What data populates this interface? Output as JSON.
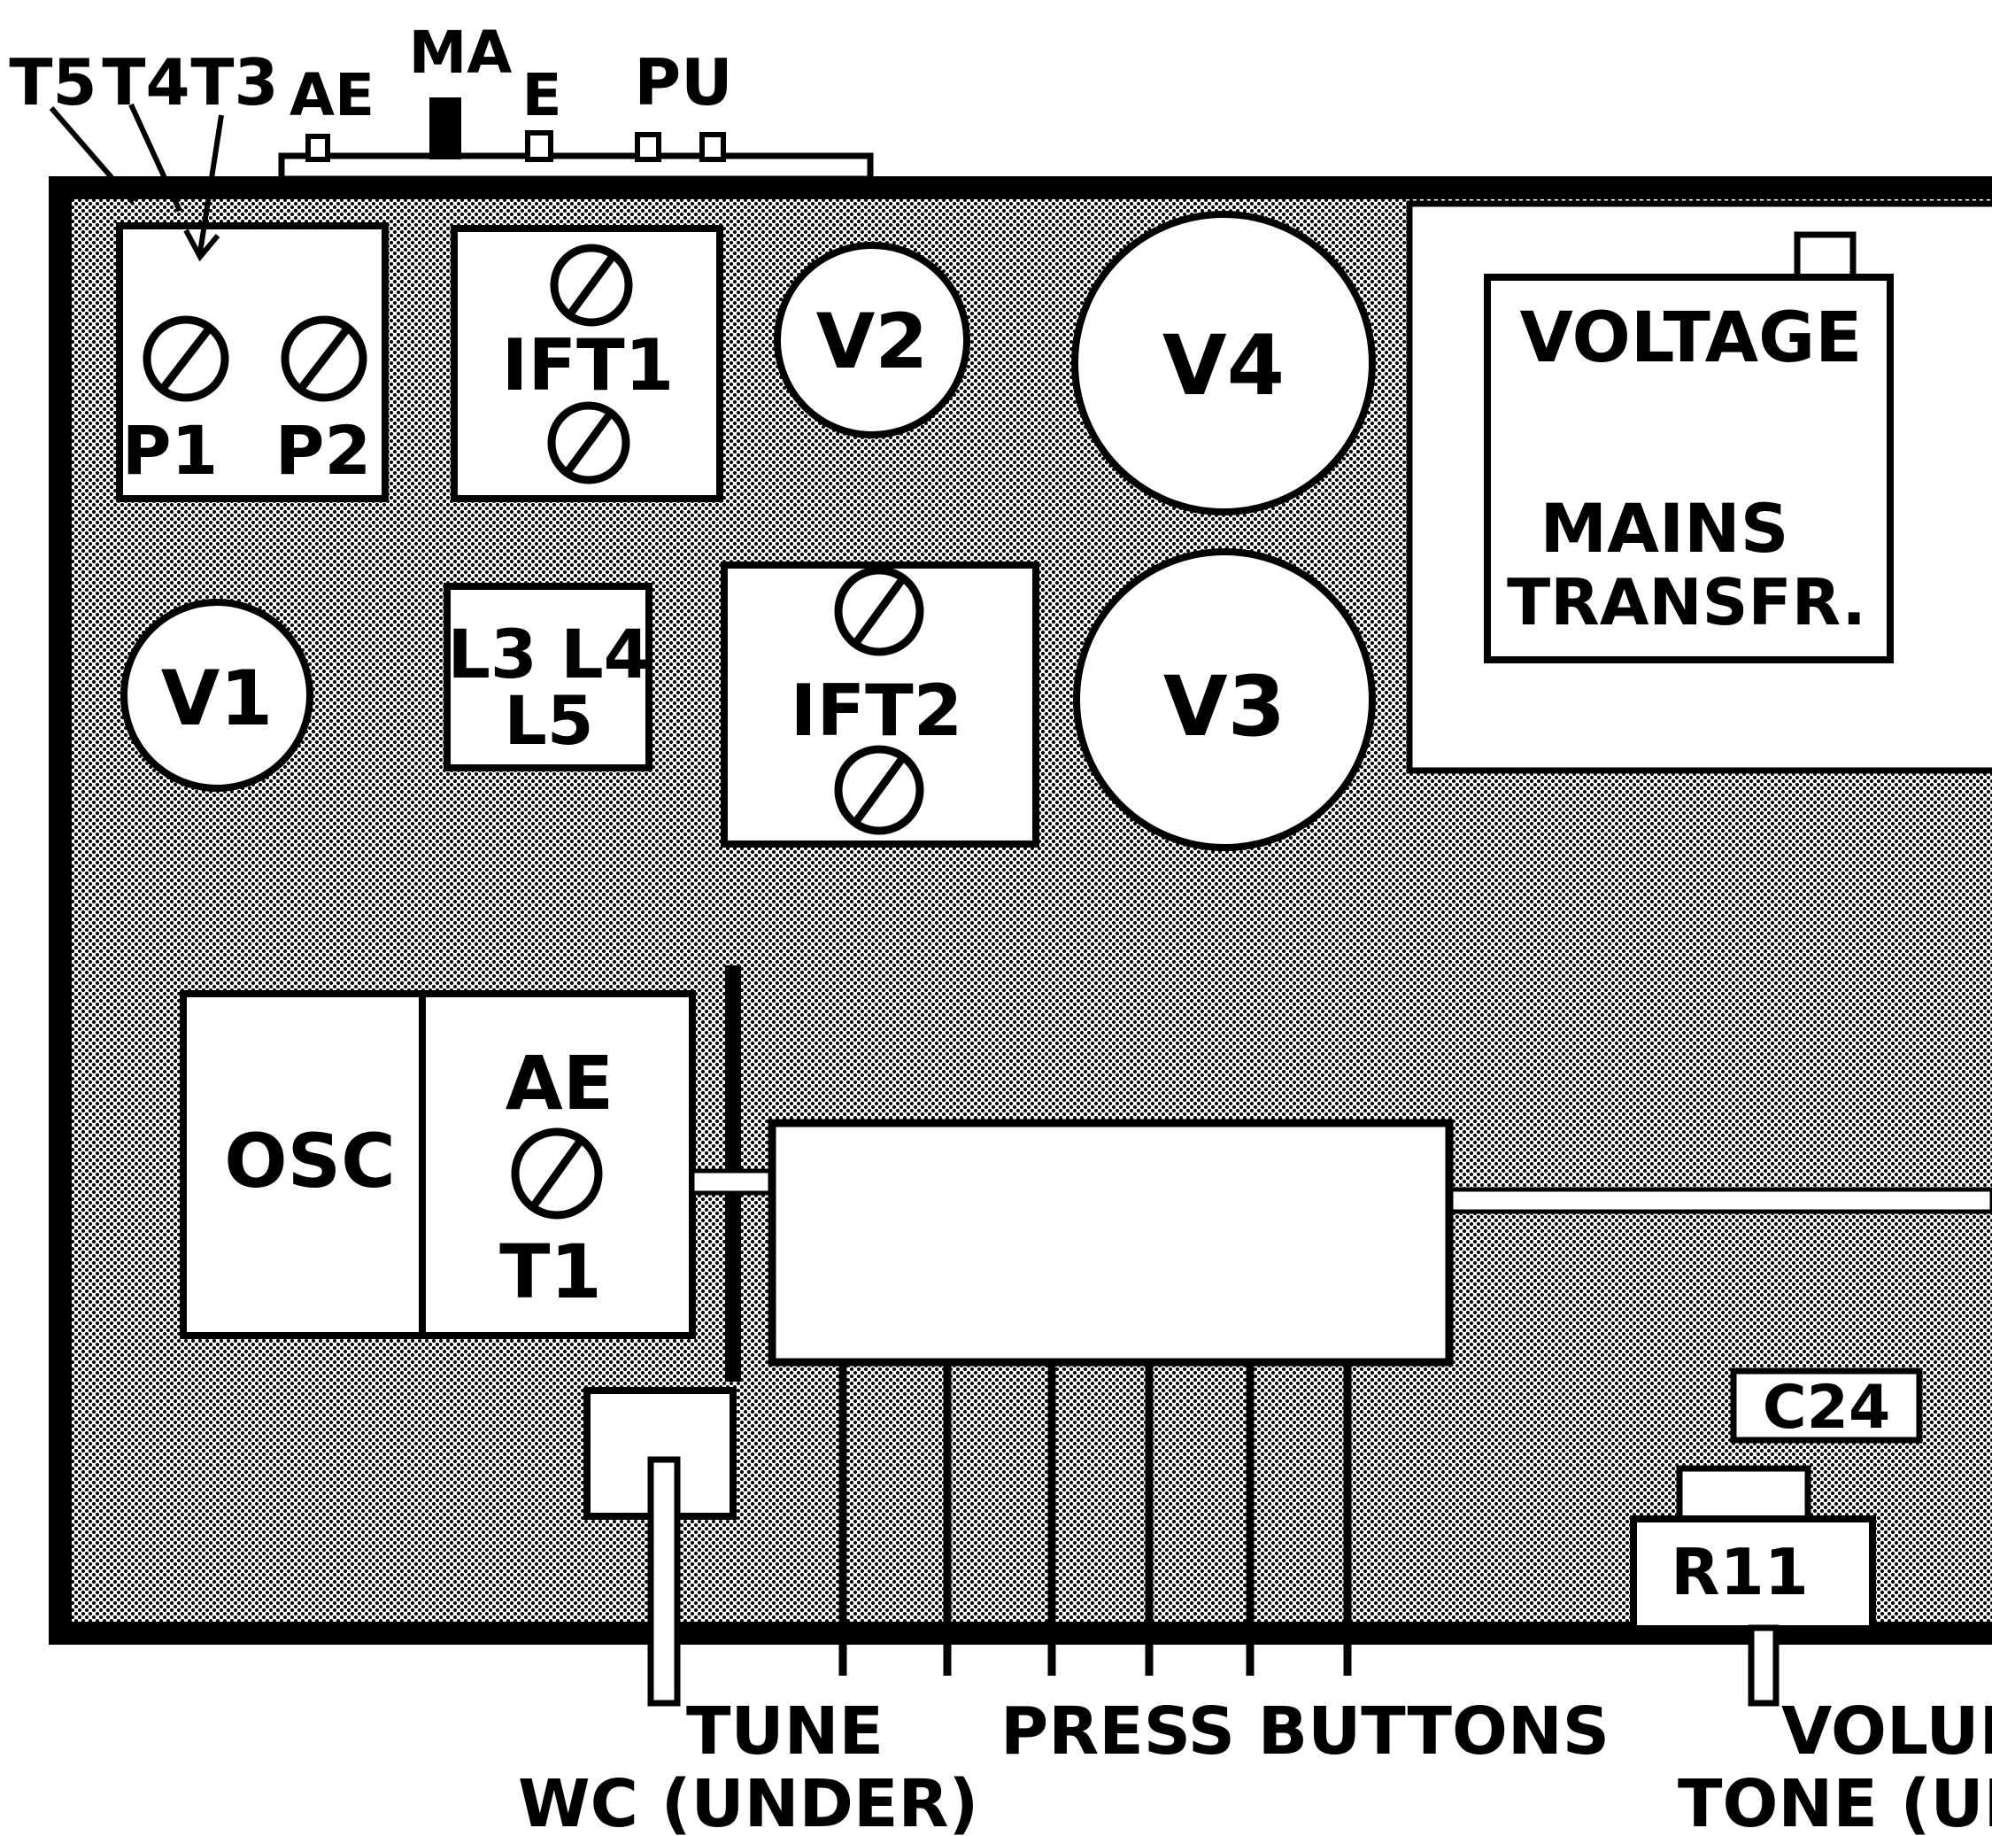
{
  "top_labels": {
    "t5": "T5",
    "t4": "T4",
    "t3": "T3",
    "ae": "AE",
    "ma": "MA",
    "e": "E",
    "pu": "PU"
  },
  "coil_pack": {
    "p1": "P1",
    "p2": "P2"
  },
  "ift1": "IFT1",
  "ift2": "IFT2",
  "valves": {
    "v1": "V1",
    "v2": "V2",
    "v3": "V3",
    "v4": "V4"
  },
  "coils_l345": {
    "line1": "L3 L4",
    "line2": "L5"
  },
  "transformer": {
    "line1": "VOLTAGE",
    "line2": "MAINS",
    "line3": "TRANSFR."
  },
  "osc": "OSC",
  "ae_block": {
    "top": "AE",
    "bottom": "T1"
  },
  "c24": "C24",
  "r11": "R11",
  "bottom_labels": {
    "tune": "TUNE",
    "press_buttons": "PRESS BUTTONS",
    "wc_under": "WC (UNDER)",
    "volume": "VOLUM",
    "tone_under": "TONE (UND"
  },
  "colors": {
    "ink": "#000000",
    "paper": "#ffffff",
    "stipple": "#b3b3b3"
  }
}
